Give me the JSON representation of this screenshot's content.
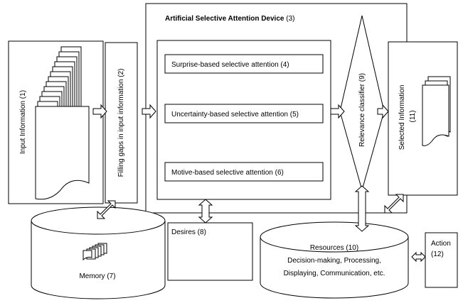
{
  "device": {
    "title": "Artificial Selective Attention Device",
    "number": " (3)"
  },
  "input_information": "Input Information (1)",
  "filling_gaps": "Filling gaps in input information (2)",
  "attention_modules": [
    "Surprise-based selective attention (4)",
    "Uncertainty-based selective attention (5)",
    "Motive-based selective attention (6)"
  ],
  "memory": "Memory (7)",
  "desires": "Desires (8)",
  "relevance_classifier": "Relevance classifier (9)",
  "resources": {
    "title": "Resources (10)",
    "line1": "Decision-making, Processing,",
    "line2": "Displaying, Communication, etc."
  },
  "selected_information": {
    "line1": "Selected Information",
    "line2": "(11)"
  },
  "action": {
    "line1": "Action",
    "line2": "(12)"
  }
}
